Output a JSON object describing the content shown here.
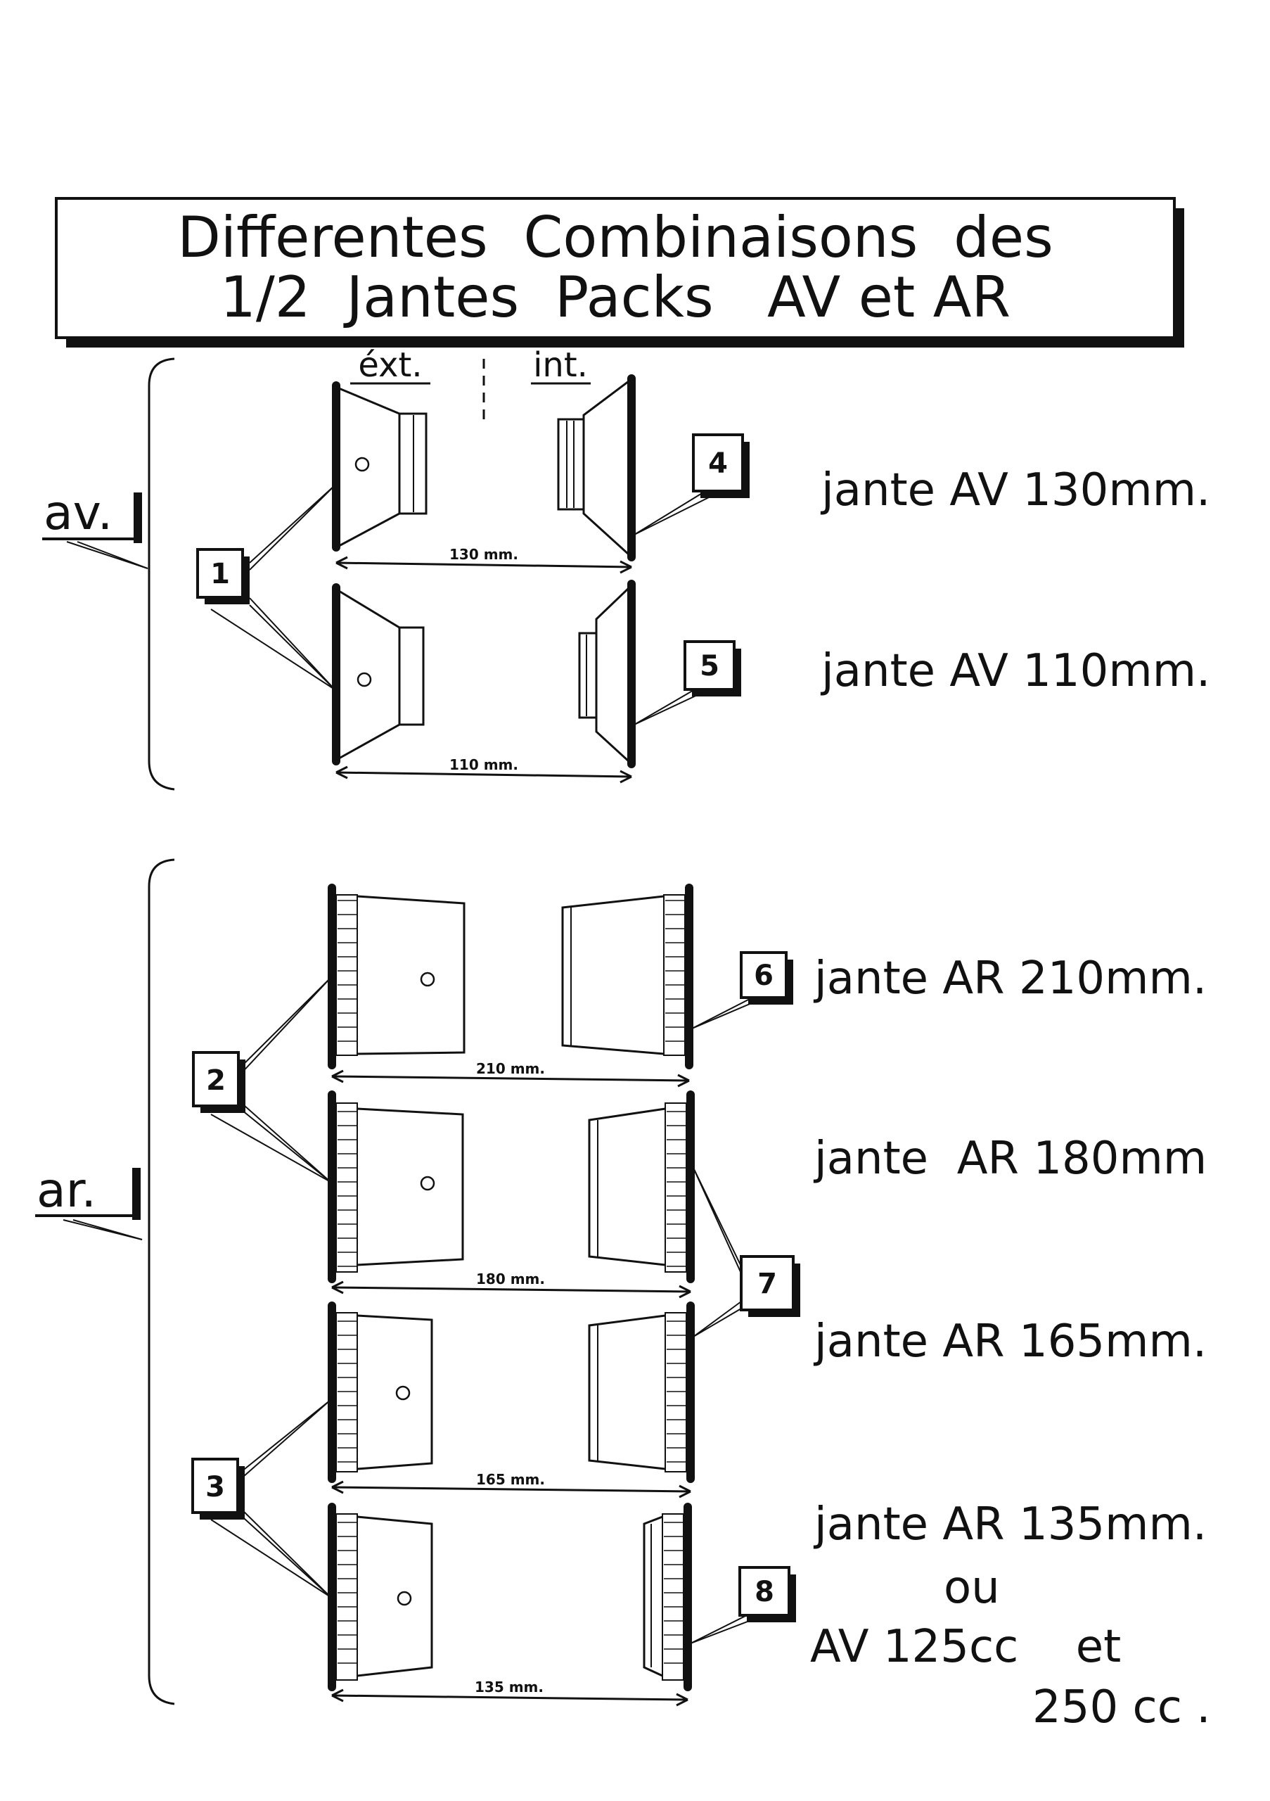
{
  "title": {
    "line1": "Differentes  Combinaisons  des",
    "line2": "1/2  Jantes  Packs   AV et AR"
  },
  "column_headers": {
    "ext": "éxt.",
    "int": "int."
  },
  "groups": {
    "front": {
      "label": "av."
    },
    "rear": {
      "label": "ar."
    }
  },
  "part_numbers": [
    "1",
    "2",
    "3",
    "4",
    "5",
    "6",
    "7",
    "8"
  ],
  "combinations": [
    {
      "dimension": "130 mm.",
      "caption": "jante AV 130mm."
    },
    {
      "dimension": "110 mm.",
      "caption": "jante AV 110mm."
    },
    {
      "dimension": "210 mm.",
      "caption": "jante AR 210mm."
    },
    {
      "dimension": "180 mm.",
      "caption": "jante  AR 180mm"
    },
    {
      "dimension": "165 mm.",
      "caption": "jante AR 165mm."
    },
    {
      "dimension": "135 mm.",
      "caption_lines": [
        "jante AR 135mm.",
        "ou",
        "AV 125cc    et",
        "250 cc ."
      ]
    }
  ],
  "colors": {
    "ink": "#111111",
    "paper": "#ffffff"
  }
}
